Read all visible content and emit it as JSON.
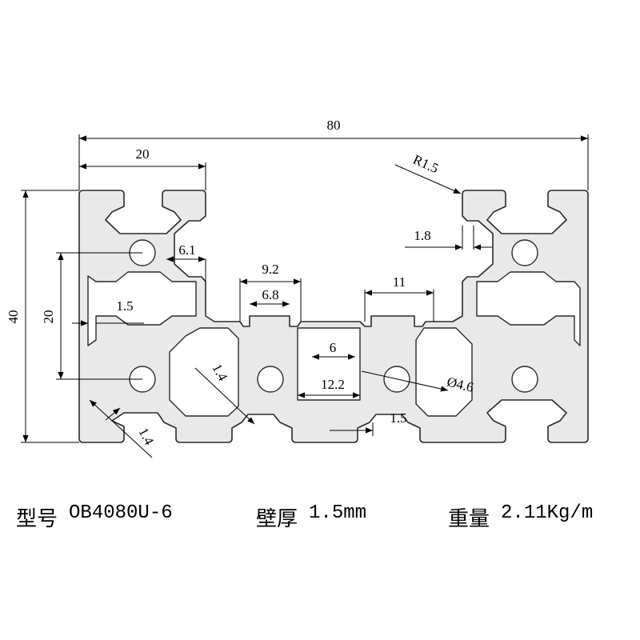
{
  "drawing": {
    "dimensions": {
      "overall_width": "80",
      "overall_height": "40",
      "module_width": "20",
      "hole_pitch": "20",
      "fillet_radius": "R1.5",
      "slot_offset": "1.8",
      "slot_depth": "6.1",
      "wall_thickness": "1.5",
      "slot_opening_outer": "9.2",
      "slot_opening_inner": "6.8",
      "channel_width": "11",
      "slot_neck": "6",
      "inner_web_diag": "1.4",
      "corner_web_diag": "1.4",
      "channel_depth": "12.2",
      "hole_diameter": "Ø4.6",
      "bottom_wall": "1.5"
    }
  },
  "spec": {
    "model_label": "型号",
    "model_value": "OB4080U-6",
    "wall_label": "壁厚",
    "wall_value": "1.5mm",
    "weight_label": "重量",
    "weight_value": "2.11Kg/m"
  }
}
